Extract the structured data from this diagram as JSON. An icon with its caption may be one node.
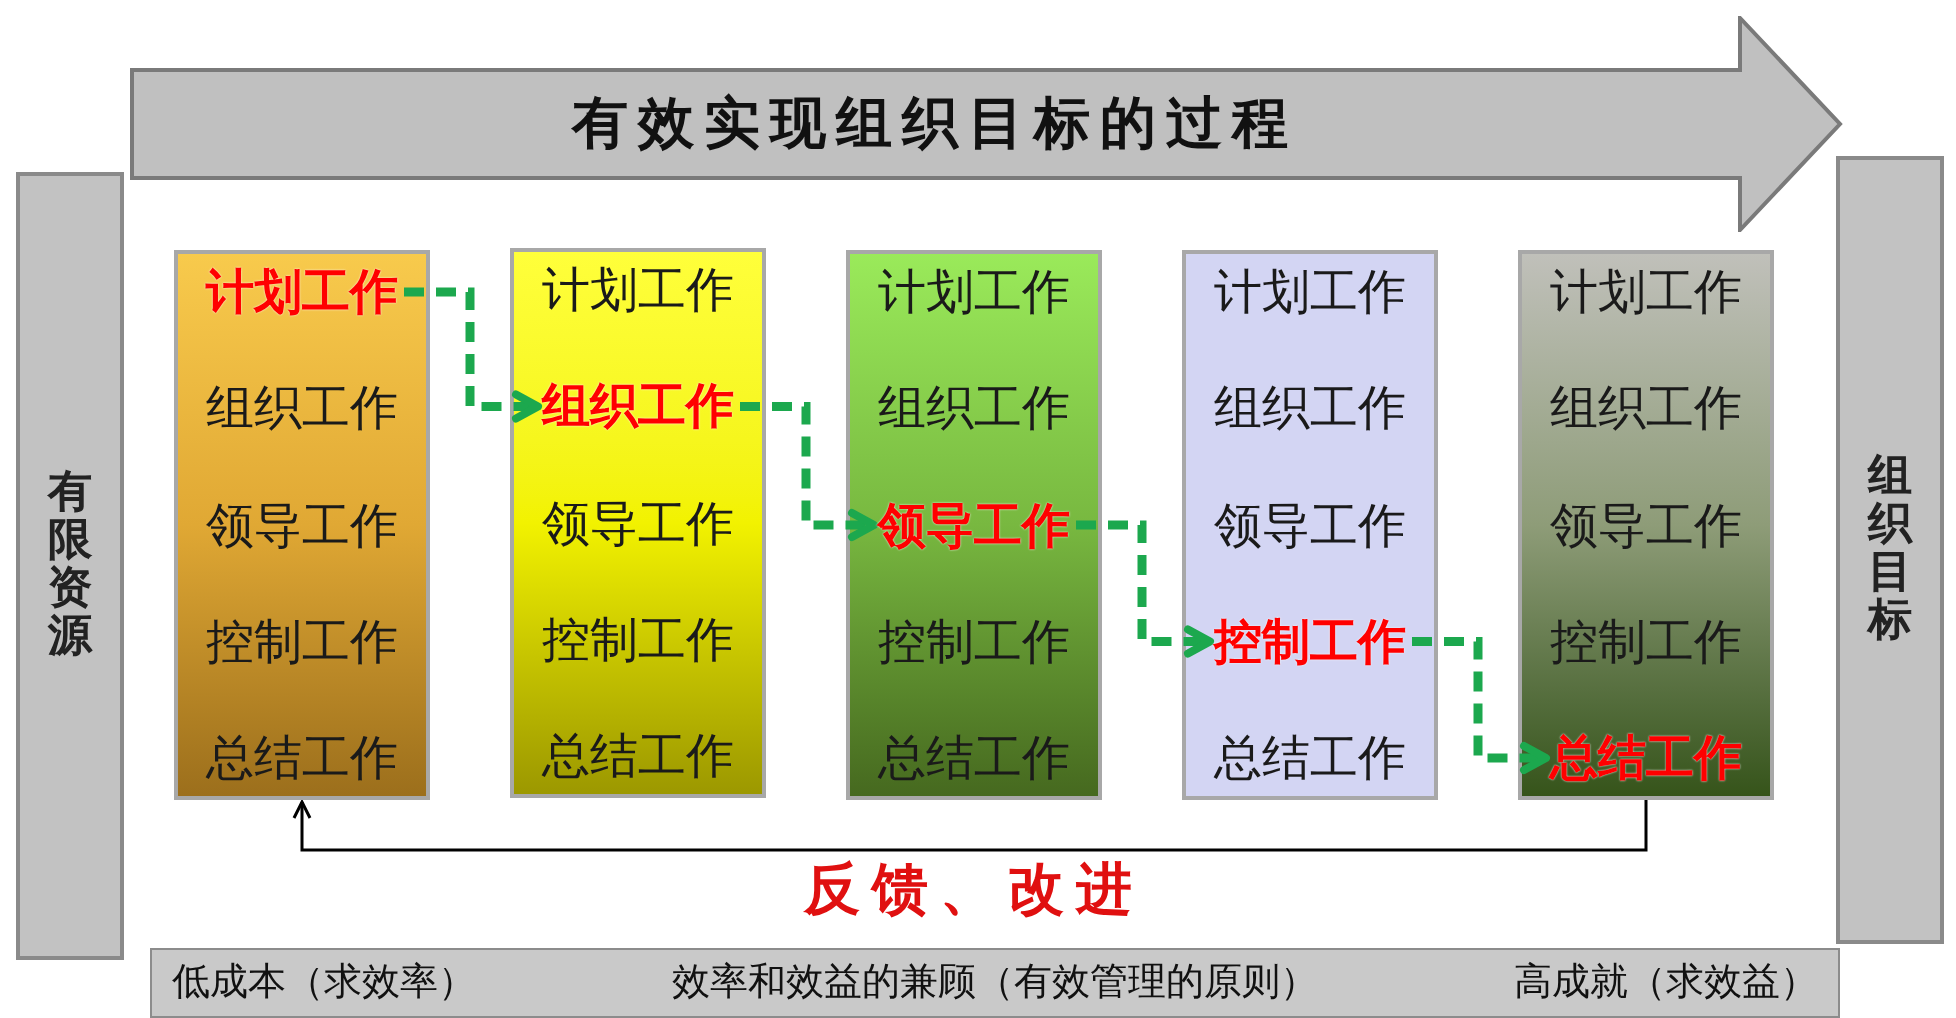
{
  "diagram": {
    "nodes": [
      {
        "text": [
          "有效实现组织目标的过程"
        ]
      },
      {
        "text": [
          "有限资源"
        ]
      },
      {
        "text": [],
        "shape": "box"
      },
      {
        "text": [
          "计划工作"
        ],
        "in": 2
      },
      {
        "text": [
          "组织工作"
        ],
        "in": 2
      },
      {
        "text": [
          "领导工作"
        ],
        "in": 2
      },
      {
        "text": [
          "控制工作"
        ],
        "in": 2
      },
      {
        "text": [
          "总结工作"
        ],
        "in": 2
      },
      {
        "text": [],
        "shape": "box"
      },
      {
        "text": [
          "计划工作"
        ],
        "in": 8
      },
      {
        "text": [
          "组织工作"
        ],
        "in": 8
      },
      {
        "text": [
          "领导工作"
        ],
        "in": 8
      },
      {
        "text": [
          "控制工作"
        ],
        "in": 8
      },
      {
        "text": [
          "总结工作"
        ],
        "in": 8
      },
      {
        "text": [],
        "shape": "box"
      },
      {
        "text": [
          "计划工作"
        ],
        "in": 14
      },
      {
        "text": [
          "组织工作"
        ],
        "in": 14
      },
      {
        "text": [
          "领导工作"
        ],
        "in": 14
      },
      {
        "text": [
          "控制工作"
        ],
        "in": 14
      },
      {
        "text": [
          "总结工作"
        ],
        "in": 14
      },
      {
        "text": [],
        "shape": "box"
      },
      {
        "text": [
          "计划工作"
        ],
        "in": 20
      },
      {
        "text": [
          "组织工作"
        ],
        "in": 20
      },
      {
        "text": [
          "领导工作"
        ],
        "in": 20
      },
      {
        "text": [
          "控制工作"
        ],
        "in": 20
      },
      {
        "text": [
          "总结工作"
        ],
        "in": 20
      },
      {
        "text": [],
        "shape": "box"
      },
      {
        "text": [
          "计划工作"
        ],
        "in": 26
      },
      {
        "text": [
          "组织工作"
        ],
        "in": 26
      },
      {
        "text": [
          "领导工作"
        ],
        "in": 26
      },
      {
        "text": [
          "控制工作"
        ],
        "in": 26
      },
      {
        "text": [
          "总结工作"
        ],
        "in": 26
      },
      {
        "text": [
          "组织目标"
        ]
      },
      {
        "text": [
          "低成本（求效率）",
          "效率和效益的兼顾（有效管理的原则）",
          "高成就（求效益）"
        ]
      }
    ],
    "edges": [
      {
        "from": 3,
        "to": 10,
        "arrow": "to",
        "style": "dashed"
      },
      {
        "from": 10,
        "to": 17,
        "arrow": "to",
        "style": "dashed"
      },
      {
        "from": 17,
        "to": 24,
        "arrow": "to",
        "style": "dashed"
      },
      {
        "from": 24,
        "to": 31,
        "arrow": "to",
        "style": "dashed"
      },
      {
        "from": 26,
        "to": 2,
        "arrow": "to",
        "label": "反馈、改进",
        "color": "#000000"
      }
    ]
  }
}
